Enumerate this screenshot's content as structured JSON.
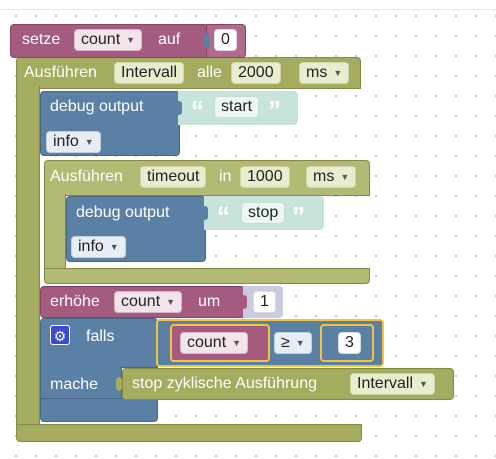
{
  "blocks": {
    "set_var": {
      "label": "setze",
      "variable": "count",
      "connector": "auf",
      "value": "0"
    },
    "interval": {
      "label": "Ausführen",
      "handle": "Intervall",
      "word": "alle",
      "ms_value": "2000",
      "unit": "ms"
    },
    "debug_start": {
      "label": "debug output",
      "text": "start",
      "level": "info"
    },
    "timeout": {
      "label": "Ausführen",
      "handle": "timeout",
      "word": "in",
      "ms_value": "1000",
      "unit": "ms"
    },
    "debug_stop": {
      "label": "debug output",
      "text": "stop",
      "level": "info"
    },
    "increment": {
      "label": "erhöhe",
      "variable": "count",
      "word": "um",
      "value": "1"
    },
    "if_block": {
      "if_label": "falls",
      "do_label": "mache",
      "condition": {
        "left": "count",
        "operator": "≥",
        "right": "3"
      }
    },
    "stop_interval": {
      "label": "stop zyklische Ausführung",
      "handle": "Intervall"
    }
  },
  "icons": {
    "gear": "gear-icon",
    "dropdown": "dropdown-arrow-icon"
  },
  "colors": {
    "olive": "#a5ab5f",
    "pink": "#a55a80",
    "blue": "#5b80a5",
    "teal": "#c7e4dc",
    "selection": "#f3c33d"
  }
}
